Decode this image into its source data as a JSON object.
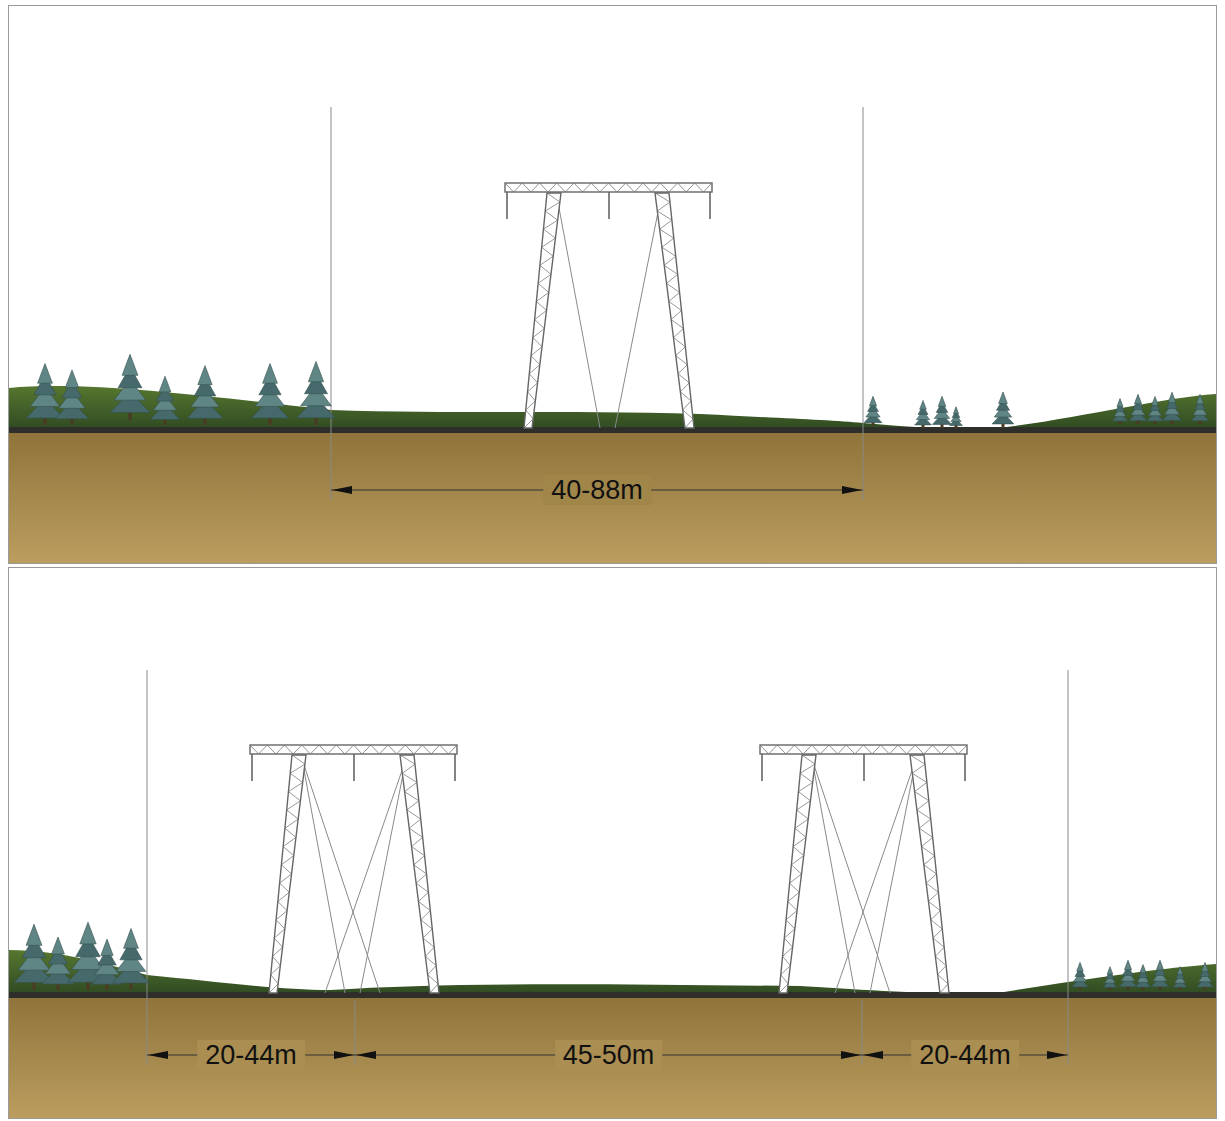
{
  "diagram": {
    "labels": [
      "40-88m",
      "20-44m",
      "45-50m",
      "20-44m"
    ]
  }
}
